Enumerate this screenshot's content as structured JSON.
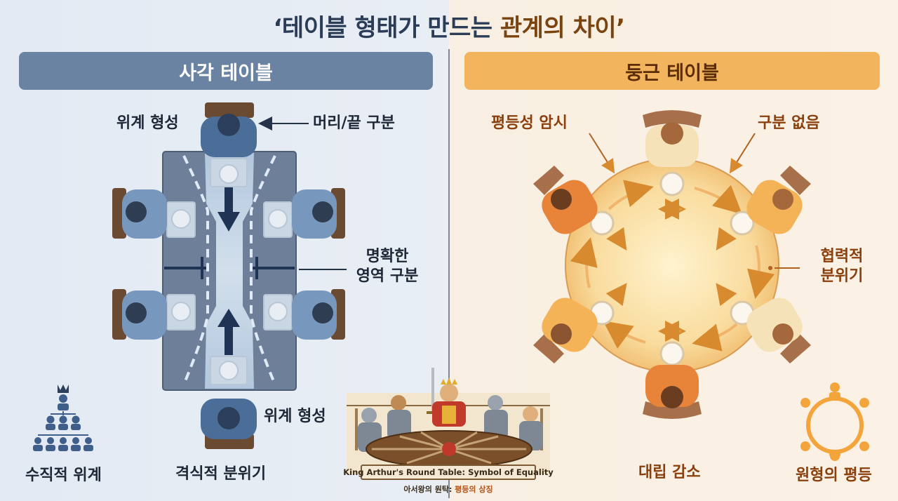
{
  "title": {
    "left_part": "‘테이블 형태가 만드는 ",
    "right_part": "관계의 차이’"
  },
  "left": {
    "banner": "사각 테이블",
    "labels": {
      "hierarchy_top": "위계 형성",
      "head_foot": "머리/끝 구분",
      "zone_line1": "명확한",
      "zone_line2": "영역 구분",
      "hierarchy_bottom": "위계 형성",
      "formal": "격식적 분위기",
      "vertical": "수직적 위계"
    },
    "colors": {
      "banner": "#6b83a2",
      "table": "#6d7f99",
      "people": "#6f8db3"
    }
  },
  "right": {
    "banner": "둥근 테이블",
    "labels": {
      "equality_implied": "평등성 암시",
      "no_distinction": "구분 없음",
      "coop_line1": "협력적",
      "coop_line2": "분위기",
      "less_conflict": "대립 감소",
      "circular_equality": "원형의 평등"
    },
    "colors": {
      "banner": "#f2b45c",
      "table": "#f7d596",
      "people": "#e8843a"
    }
  },
  "inset": {
    "caption": "King Arthur's Round Table: Symbol of Equality",
    "sub_prefix": "아서왕의 원탁: ",
    "sub_highlight": "평등의 상징"
  },
  "icons": [
    "hierarchy-pyramid-icon",
    "circle-of-people-icon",
    "crown-icon",
    "sword-icon"
  ]
}
